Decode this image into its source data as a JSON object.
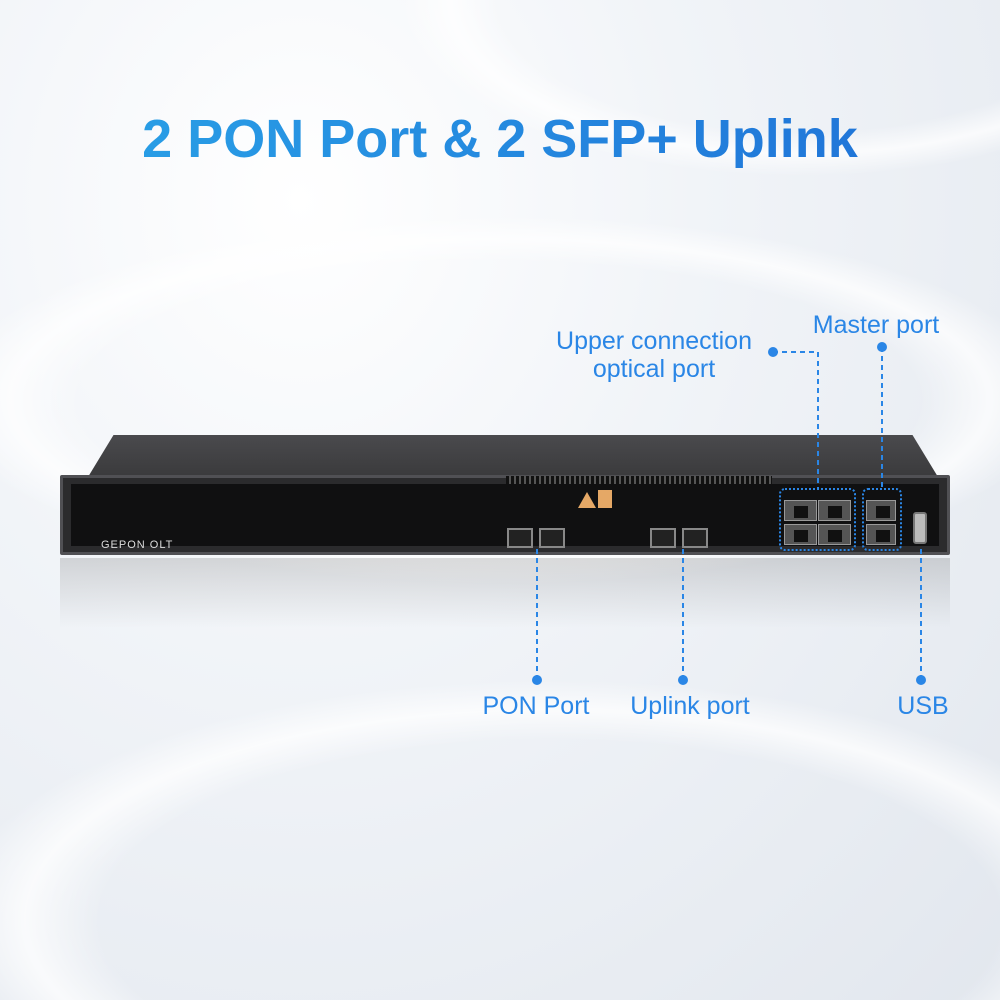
{
  "title": "2 PON Port & 2 SFP+ Uplink",
  "device": {
    "brand": "GEPON OLT"
  },
  "callouts": {
    "upper_connection": "Upper connection",
    "upper_connection_2": "optical port",
    "master_port": "Master port",
    "pon_port": "PON Port",
    "uplink_port": "Uplink port",
    "usb": "USB"
  },
  "colors": {
    "accent": "#2a86e6",
    "device": "#101011"
  }
}
